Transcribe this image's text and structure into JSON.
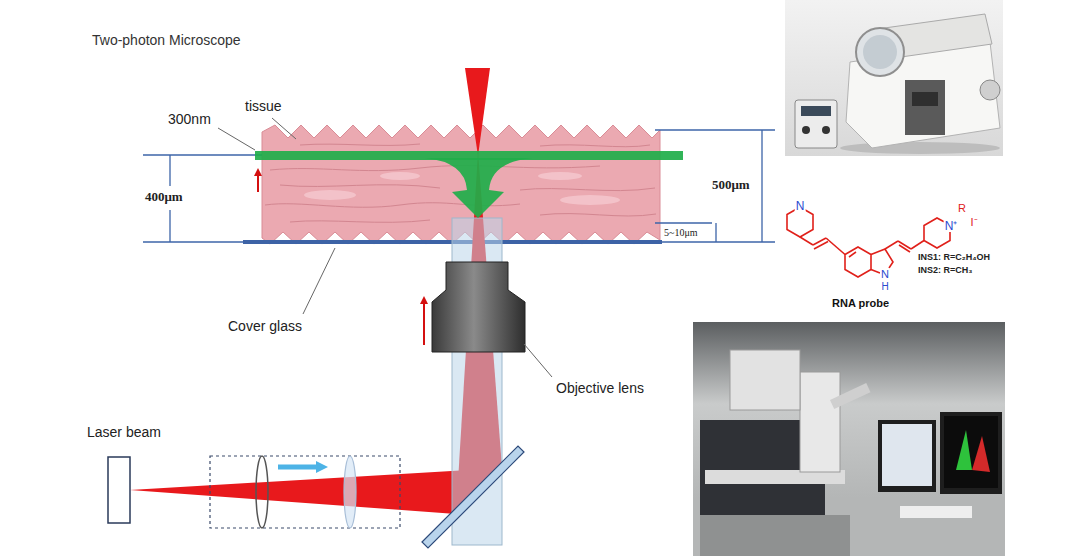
{
  "diagram": {
    "title": "Two-photon Microscope",
    "labels": [
      "tissue",
      "300nm",
      "400μm",
      "500μm",
      "5~10μm",
      "Cover glass",
      "Objective lens",
      "Laser beam",
      "N",
      "N⁺",
      "R",
      "I⁻",
      "N",
      "H",
      "INS1: R=C₂H₄OH",
      "INS2: R=CH₃",
      "RNA probe"
    ]
  }
}
